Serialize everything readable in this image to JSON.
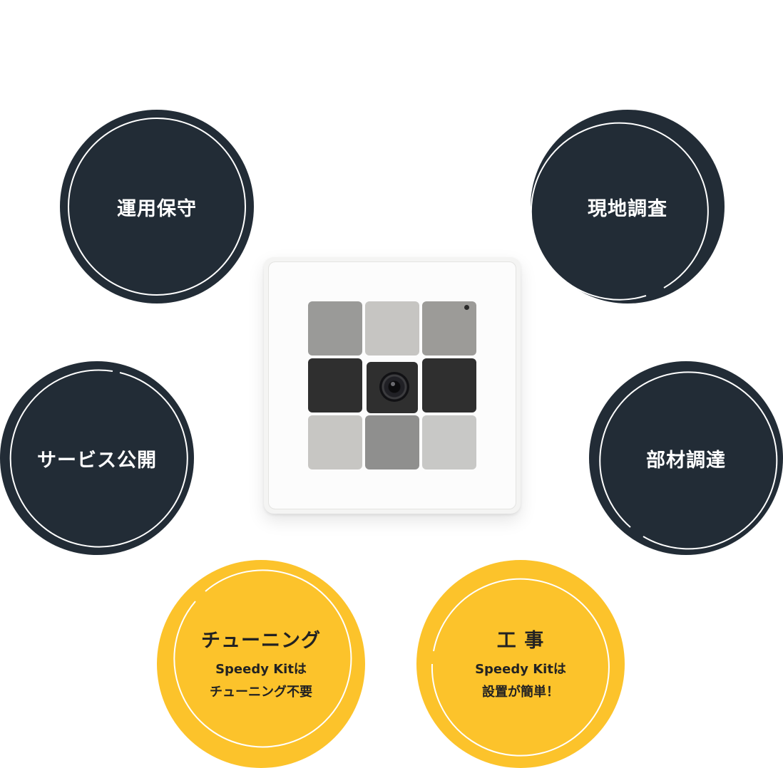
{
  "circles": {
    "ops": {
      "label": "運用保守"
    },
    "survey": {
      "label": "現地調査"
    },
    "publish": {
      "label": "サービス公開"
    },
    "parts": {
      "label": "部材調達"
    },
    "tuning": {
      "label": "チューニング",
      "sub1": "Speedy Kitは",
      "sub2": "チューニング不要"
    },
    "work": {
      "label": "工 事",
      "sub1": "Speedy Kitは",
      "sub2": "設置が簡単！"
    }
  },
  "colors": {
    "dark": "#222c36",
    "yellow": "#fcc32b",
    "ring": "#ffffff"
  },
  "device": {
    "tiles": [
      {
        "color": "#9a9a98"
      },
      {
        "color": "#c6c5c2"
      },
      {
        "color": "#9c9b98"
      },
      {
        "color": "#2f2f2f"
      },
      {
        "color": "camera"
      },
      {
        "color": "#2f2f2f"
      },
      {
        "color": "#c7c6c3"
      },
      {
        "color": "#8f8f8e"
      },
      {
        "color": "#c8c8c6"
      }
    ]
  }
}
